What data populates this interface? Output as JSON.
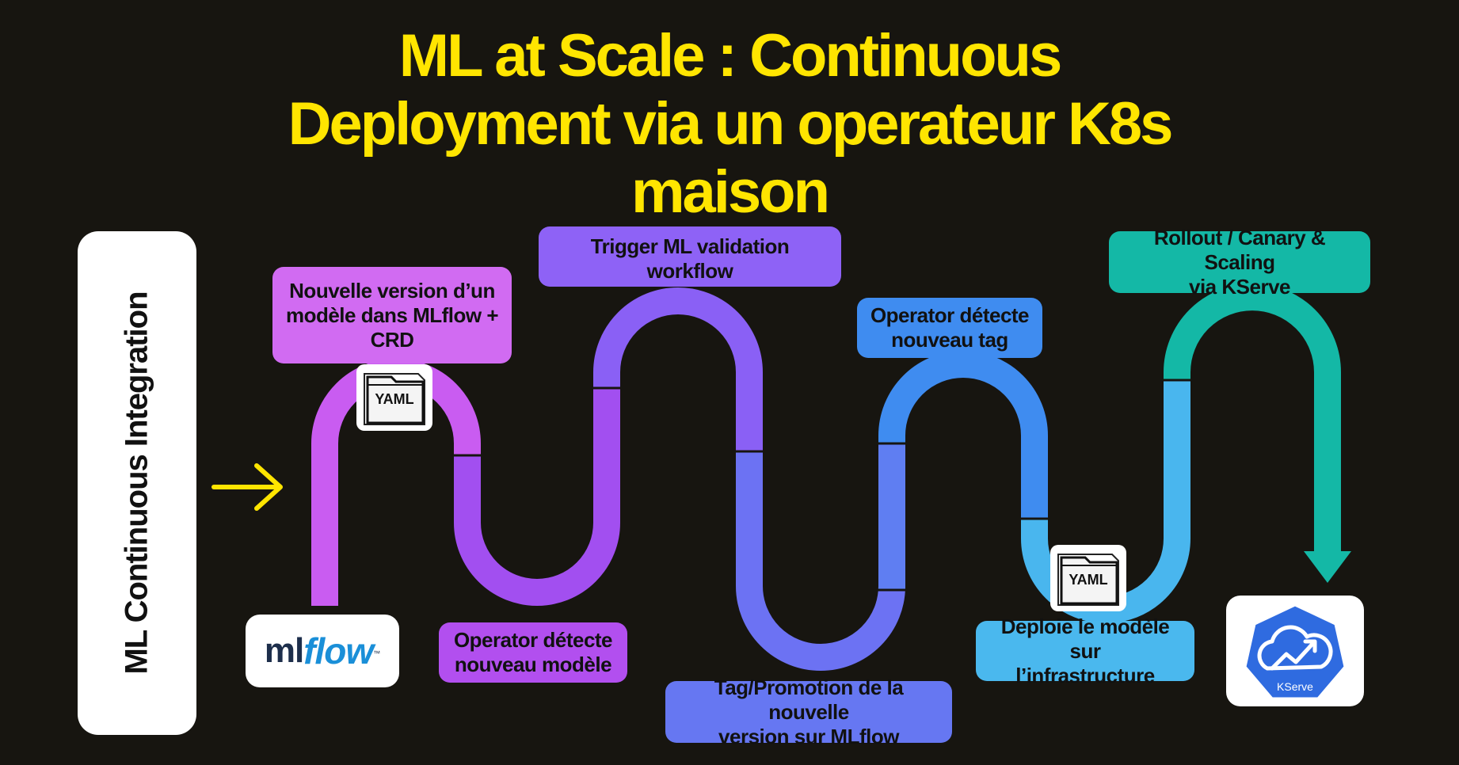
{
  "title": {
    "line1": "ML at Scale :  Continuous",
    "line2": "Deployment via un operateur K8s",
    "line3": "maison"
  },
  "sidebar": {
    "label": "ML Continuous Integration"
  },
  "steps": [
    {
      "id": "step-new-version",
      "lines": [
        "Nouvelle version d’un",
        "modèle dans MLflow +",
        "CRD"
      ],
      "color": "#D16BF2"
    },
    {
      "id": "step-detect-model",
      "lines": [
        "Operator détecte",
        "nouveau modèle"
      ],
      "color": "#B24FEF"
    },
    {
      "id": "step-trigger-validation",
      "lines": [
        "Trigger ML validation workflow"
      ],
      "color": "#8E62F6"
    },
    {
      "id": "step-tag-promotion",
      "lines": [
        "Tag/Promotion de la nouvelle",
        "version sur MLflow"
      ],
      "color": "#6677F2"
    },
    {
      "id": "step-detect-tag",
      "lines": [
        "Operator détecte",
        "nouveau tag"
      ],
      "color": "#3F8CF0"
    },
    {
      "id": "step-deploy",
      "lines": [
        "Deploie le modèle sur",
        "l’infrastructure"
      ],
      "color": "#4AB8EE"
    },
    {
      "id": "step-rollout",
      "lines": [
        "Rollout / Canary & Scaling",
        "via KServe"
      ],
      "color": "#14B8A6"
    }
  ],
  "yaml_icons": [
    {
      "label": "YAML"
    },
    {
      "label": "YAML"
    }
  ],
  "logos": {
    "mlflow": {
      "ml": "ml",
      "flow": "flow",
      "tm": "™"
    },
    "kserve": {
      "label": "KServe"
    }
  },
  "colors": {
    "background": "#171510",
    "title": "#FFE500",
    "arrow": "#FFE500",
    "purple": "#B24FEF",
    "violet": "#8E62F6",
    "indigo": "#6677F2",
    "blue": "#3F8CF0",
    "sky": "#4AB8EE",
    "teal": "#14B8A6",
    "kserve_blue": "#2F6BE0"
  },
  "icons": {
    "entry_arrow": "arrow-right-icon",
    "path_end": "arrow-down-icon",
    "file": "yaml-file-icon",
    "cloud": "kserve-cloud-icon"
  }
}
